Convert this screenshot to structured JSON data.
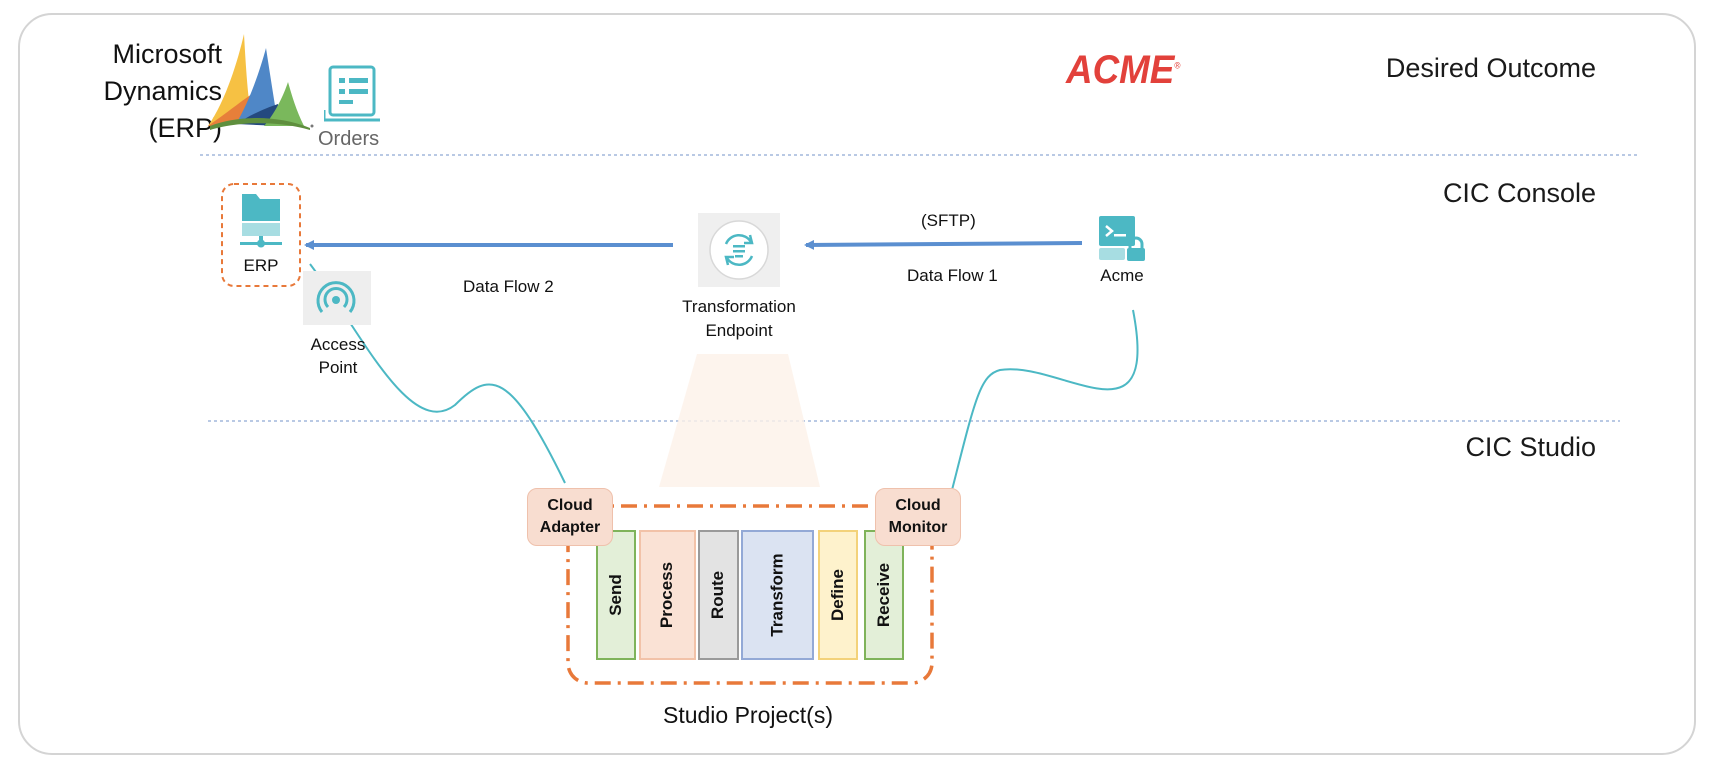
{
  "erp_header": {
    "line1": "Microsoft",
    "line2": "Dynamics",
    "line3": "(ERP)",
    "orders_label": "Orders"
  },
  "brand": {
    "name": "ACME",
    "mark": "®"
  },
  "sections": {
    "desired_outcome": "Desired Outcome",
    "cic_console": "CIC Console",
    "cic_studio": "CIC Studio"
  },
  "console": {
    "erp_label": "ERP",
    "access_point_line1": "Access",
    "access_point_line2": "Point",
    "data_flow_2": "Data Flow 2",
    "transformation_line1": "Transformation",
    "transformation_line2": "Endpoint",
    "sftp_label": "(SFTP)",
    "data_flow_1": "Data Flow 1",
    "acme_label": "Acme"
  },
  "studio": {
    "cloud_adapter_line1": "Cloud",
    "cloud_adapter_line2": "Adapter",
    "cloud_monitor_line1": "Cloud",
    "cloud_monitor_line2": "Monitor",
    "steps": [
      {
        "label": "Send",
        "fill": "#e3efd8",
        "border": "#7fb35a"
      },
      {
        "label": "Process",
        "fill": "#fae2d5",
        "border": "#f2c2a8"
      },
      {
        "label": "Route",
        "fill": "#e3e3e3",
        "border": "#9a9a9a"
      },
      {
        "label": "Transform",
        "fill": "#dbe3f2",
        "border": "#93a9d6"
      },
      {
        "label": "Define",
        "fill": "#fef2cc",
        "border": "#f3d27a"
      },
      {
        "label": "Receive",
        "fill": "#e3efd8",
        "border": "#7fb35a"
      }
    ],
    "project_label": "Studio Project(s)"
  },
  "colors": {
    "arrow": "#5b8fd0",
    "connector": "#4cb8c4",
    "dashed_border": "#e8793a",
    "divider": "#8fa9d4",
    "icon_teal": "#4cb8c4"
  },
  "icons": {
    "ms_logo": "microsoft-dynamics-logo",
    "orders": "orders-document-icon",
    "erp": "erp-folder-server-icon",
    "access_point": "access-point-signal-icon",
    "transformation": "transformation-sync-icon",
    "acme": "sftp-terminal-lock-icon"
  }
}
